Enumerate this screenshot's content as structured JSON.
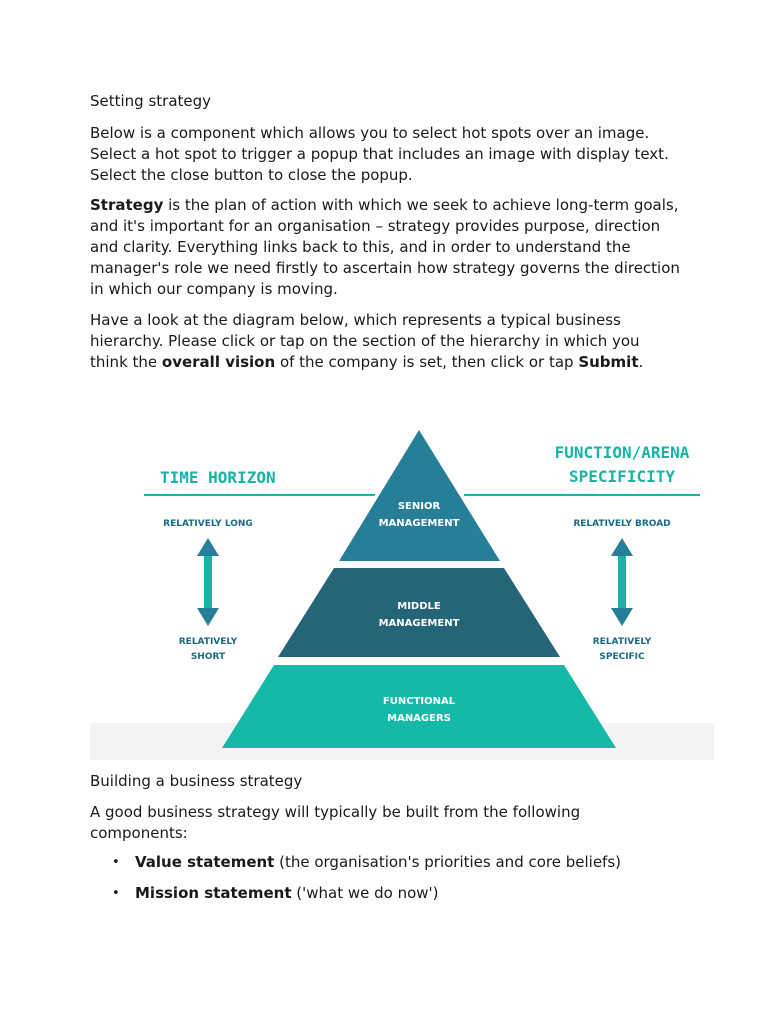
{
  "heading1": "Setting strategy",
  "intro": "Below is a component which allows you to select hot spots over an image. Select a hot spot to trigger a popup that includes an image with display text. Select the close button to close the popup.",
  "strategy": {
    "bold_term": "Strategy",
    "text": " is the plan of action with which we seek to achieve long-term goals, and it's important for an organisation – strategy provides purpose, direction and clarity. Everything links back to this, and in order to understand the manager's role we need firstly to ascertain how strategy governs the direction in which our company is moving."
  },
  "instructions": {
    "part1": "Have a look at the diagram below, which represents a typical business hierarchy. Please click or tap on the section of the hierarchy in which you think the ",
    "bold1": "overall vision",
    "part2": " of the company is set, then click or tap ",
    "bold2": "Submit",
    "part3": "."
  },
  "diagram": {
    "left_heading": "TIME HORIZON",
    "right_heading_line1": "FUNCTION/ARENA",
    "right_heading_line2": "SPECIFICITY",
    "left_top": "RELATIVELY LONG",
    "left_bottom_line1": "RELATIVELY",
    "left_bottom_line2": "SHORT",
    "right_top": "RELATIVELY BROAD",
    "right_bottom_line1": "RELATIVELY",
    "right_bottom_line2": "SPECIFIC",
    "tiers": [
      {
        "line1": "SENIOR",
        "line2": "MANAGEMENT",
        "color": "#277f97"
      },
      {
        "line1": "MIDDLE",
        "line2": "MANAGEMENT",
        "color": "#256577"
      },
      {
        "line1": "FUNCTIONAL",
        "line2": "MANAGERS",
        "color": "#16b8a8"
      }
    ],
    "colors": {
      "teal": "#18b3a4",
      "dark_teal": "#1b6a85",
      "hotspot_bg": "#f3f4f5"
    }
  },
  "heading2": "Building a business strategy",
  "components_intro": "A good business strategy will typically be built from the following components:",
  "components": [
    {
      "bullet": "•",
      "bold": "Value statement",
      "text": " (the organisation's priorities and core beliefs)"
    },
    {
      "bullet": "•",
      "bold": "Mission statement",
      "text": " ('what we do now')"
    }
  ]
}
